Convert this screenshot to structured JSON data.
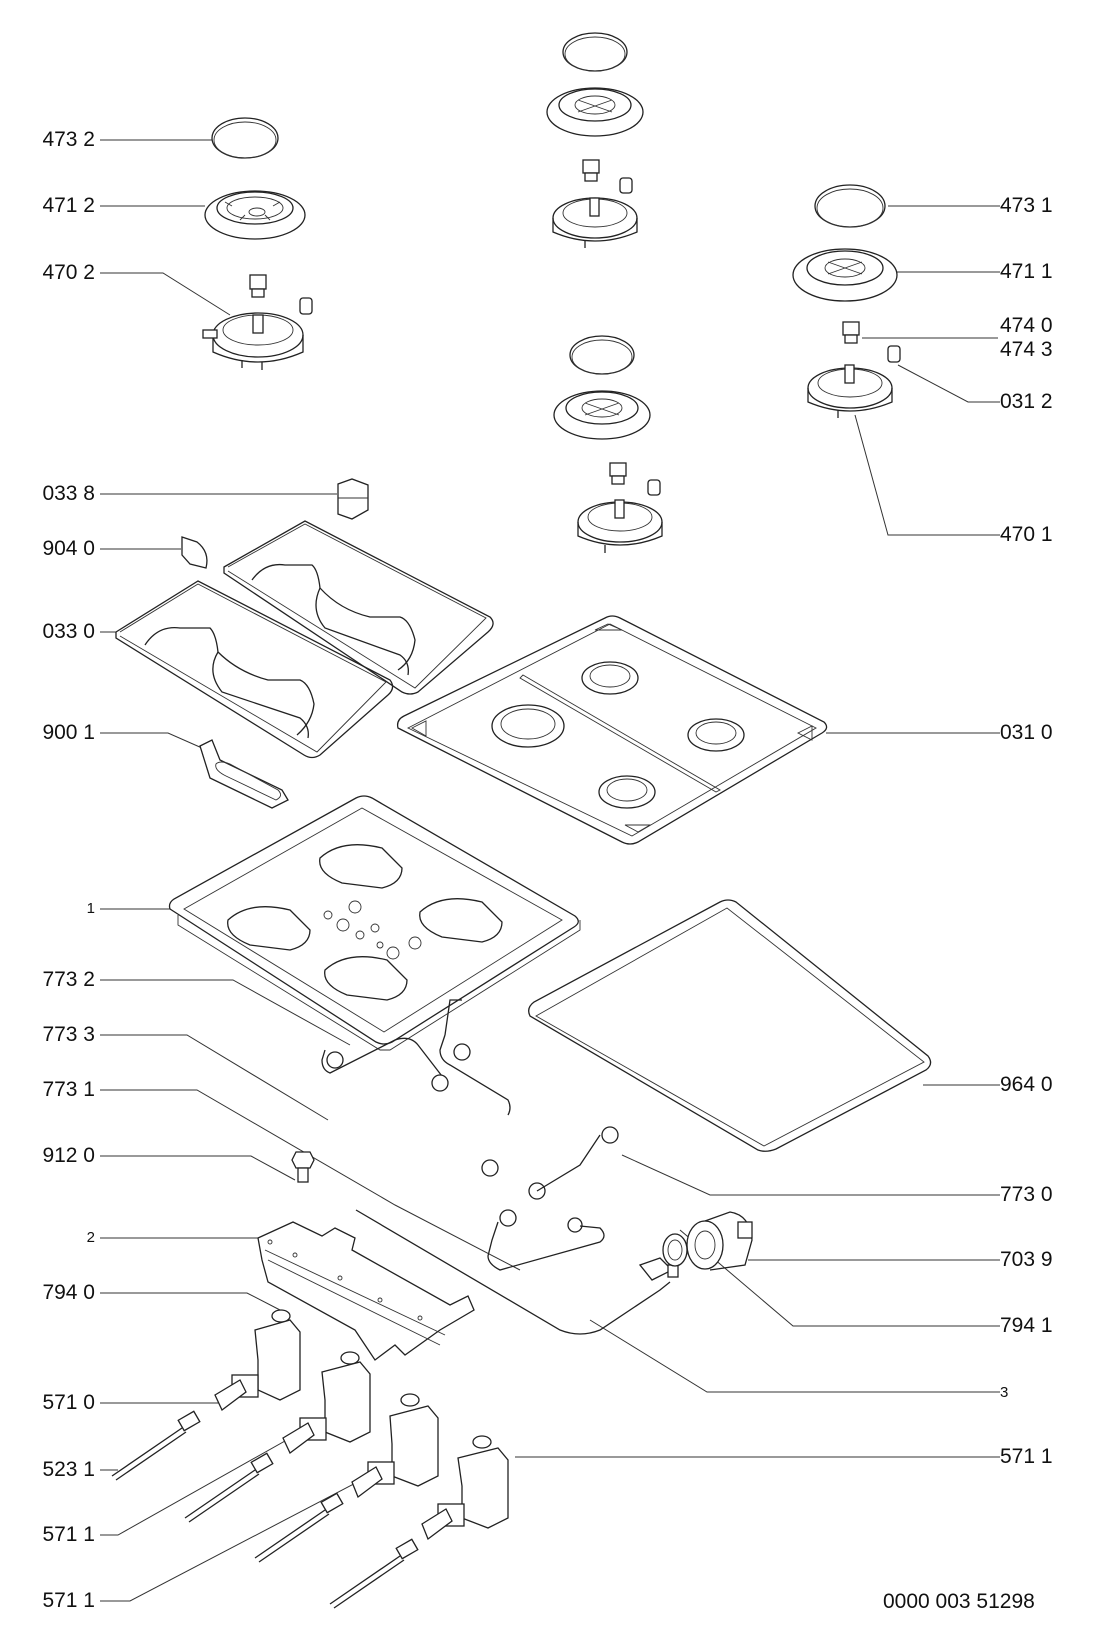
{
  "diagram": {
    "title": "Gas hob exploded parts diagram",
    "document_number": "0000  003  51298",
    "callouts_left": [
      {
        "id": "cap-left",
        "label": "473 2"
      },
      {
        "id": "burner-ring-left",
        "label": "471 2"
      },
      {
        "id": "burner-base-left",
        "label": "470  2"
      },
      {
        "id": "clip",
        "label": "033 8"
      },
      {
        "id": "foot",
        "label": "904 0"
      },
      {
        "id": "pan-support",
        "label": "033 0"
      },
      {
        "id": "bracket",
        "label": "900 1"
      },
      {
        "id": "base-tray",
        "label": "1"
      },
      {
        "id": "pipe-773-2",
        "label": "773 2"
      },
      {
        "id": "pipe-773-3",
        "label": "773 3"
      },
      {
        "id": "pipe-773-1",
        "label": "773 1"
      },
      {
        "id": "screw",
        "label": "912 0"
      },
      {
        "id": "manifold-bracket",
        "label": "2"
      },
      {
        "id": "washer-left",
        "label": "794 0"
      },
      {
        "id": "tap-0",
        "label": "571 0"
      },
      {
        "id": "thermocouple",
        "label": "523 1"
      },
      {
        "id": "tap-1a",
        "label": "571 1"
      },
      {
        "id": "tap-1b",
        "label": "571 1"
      }
    ],
    "callouts_right": [
      {
        "id": "cap-right",
        "label": "473 1"
      },
      {
        "id": "burner-ring-right",
        "label": "471 1"
      },
      {
        "id": "injector-a",
        "label": "474 0"
      },
      {
        "id": "injector-b",
        "label": "474 3"
      },
      {
        "id": "electrode",
        "label": "031 2"
      },
      {
        "id": "burner-base-right",
        "label": "470 1"
      },
      {
        "id": "hob-top",
        "label": "031 0"
      },
      {
        "id": "seal",
        "label": "964 0"
      },
      {
        "id": "pipe-773-0",
        "label": "773 0"
      },
      {
        "id": "elbow-connector",
        "label": "703 9"
      },
      {
        "id": "washer-right",
        "label": "794 1"
      },
      {
        "id": "manifold",
        "label": "3"
      },
      {
        "id": "tap-1c",
        "label": "571 1"
      }
    ]
  }
}
